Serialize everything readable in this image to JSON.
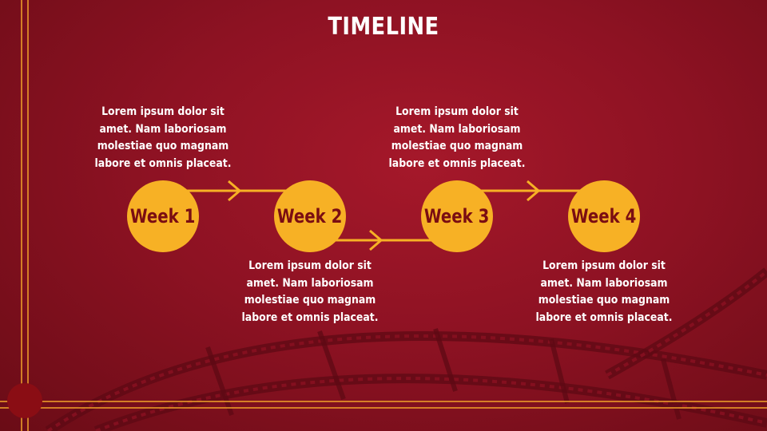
{
  "slide": {
    "title": "TIMELINE"
  },
  "timeline": {
    "items": [
      {
        "label": "Week 1",
        "text": "Lorem ipsum dolor sit amet. Nam laboriosam molestiae quo magnam labore et omnis placeat."
      },
      {
        "label": "Week 2",
        "text": "Lorem ipsum dolor sit amet. Nam laboriosam molestiae quo magnam labore et omnis placeat."
      },
      {
        "label": "Week 3",
        "text": "Lorem ipsum dolor sit amet. Nam laboriosam molestiae quo magnam labore et omnis placeat."
      },
      {
        "label": "Week 4",
        "text": "Lorem ipsum dolor sit amet. Nam laboriosam molestiae quo magnam labore et omnis placeat."
      }
    ]
  },
  "colors": {
    "background": "#8e1223",
    "accent": "#f7b125",
    "node_text": "#7a0d12",
    "text": "#ffffff"
  }
}
